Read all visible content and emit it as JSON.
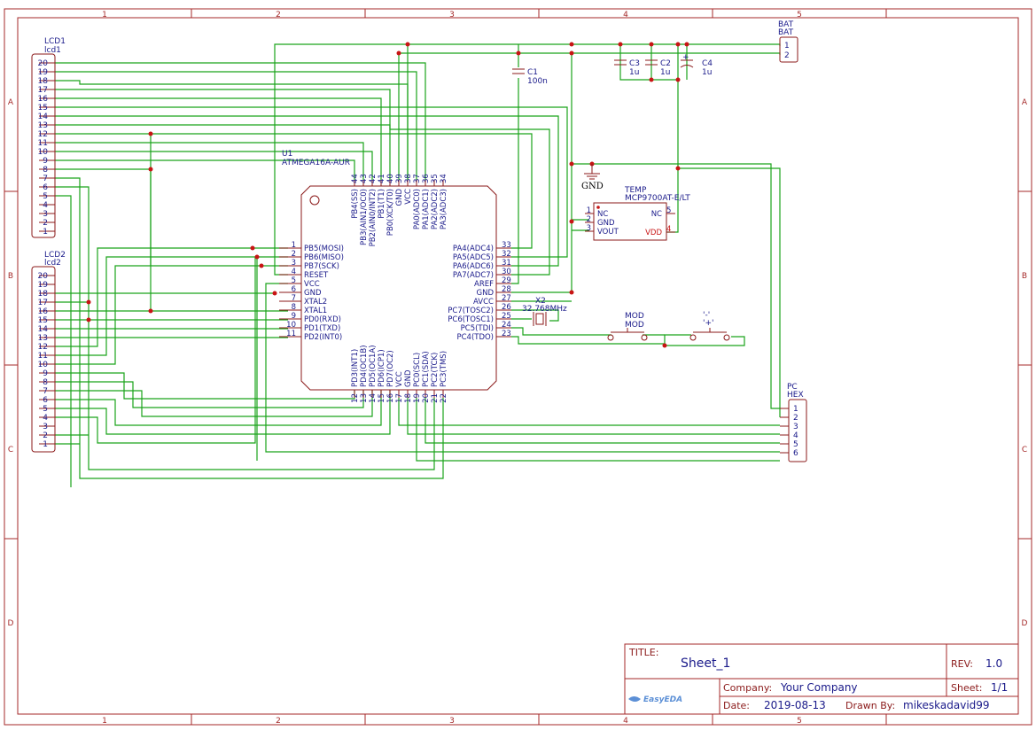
{
  "frame": {
    "col_labels": [
      "1",
      "2",
      "3",
      "4",
      "5"
    ],
    "row_labels": [
      "A",
      "B",
      "C",
      "D"
    ]
  },
  "components": {
    "lcd1": {
      "ref": "LCD1",
      "value": "lcd1",
      "pins": [
        "20",
        "19",
        "18",
        "17",
        "16",
        "15",
        "14",
        "13",
        "12",
        "11",
        "10",
        "9",
        "8",
        "7",
        "6",
        "5",
        "4",
        "3",
        "2",
        "1"
      ]
    },
    "lcd2": {
      "ref": "LCD2",
      "value": "lcd2",
      "pins": [
        "20",
        "19",
        "18",
        "17",
        "16",
        "15",
        "14",
        "13",
        "12",
        "11",
        "10",
        "9",
        "8",
        "7",
        "6",
        "5",
        "4",
        "3",
        "2",
        "1"
      ]
    },
    "u1": {
      "ref": "U1",
      "value": "ATMEGA16A-AUR",
      "left_pins": [
        {
          "num": "1",
          "name": "PB5(MOSI)"
        },
        {
          "num": "2",
          "name": "PB6(MISO)"
        },
        {
          "num": "3",
          "name": "PB7(SCK)"
        },
        {
          "num": "4",
          "name": "RESET"
        },
        {
          "num": "5",
          "name": "VCC"
        },
        {
          "num": "6",
          "name": "GND"
        },
        {
          "num": "7",
          "name": "XTAL2"
        },
        {
          "num": "8",
          "name": "XTAL1"
        },
        {
          "num": "9",
          "name": "PD0(RXD)"
        },
        {
          "num": "10",
          "name": "PD1(TXD)"
        },
        {
          "num": "11",
          "name": "PD2(INT0)"
        }
      ],
      "right_pins": [
        {
          "num": "33",
          "name": "PA4(ADC4)"
        },
        {
          "num": "32",
          "name": "PA5(ADC5)"
        },
        {
          "num": "31",
          "name": "PA6(ADC6)"
        },
        {
          "num": "30",
          "name": "PA7(ADC7)"
        },
        {
          "num": "29",
          "name": "AREF"
        },
        {
          "num": "28",
          "name": "GND"
        },
        {
          "num": "27",
          "name": "AVCC"
        },
        {
          "num": "26",
          "name": "PC7(TOSC2)"
        },
        {
          "num": "25",
          "name": "PC6(TOSC1)"
        },
        {
          "num": "24",
          "name": "PC5(TDI)"
        },
        {
          "num": "23",
          "name": "PC4(TDO)"
        }
      ],
      "top_pins": [
        {
          "num": "44",
          "name": "PB4(SS)"
        },
        {
          "num": "43",
          "name": "PB3(AIN1/OC0)"
        },
        {
          "num": "42",
          "name": "PB2(AIN0/INT2)"
        },
        {
          "num": "41",
          "name": "PB1(T1)"
        },
        {
          "num": "40",
          "name": "PB0(XCK/T0)"
        },
        {
          "num": "39",
          "name": "GND"
        },
        {
          "num": "38",
          "name": "VCC"
        },
        {
          "num": "37",
          "name": "PA0(ADC0)"
        },
        {
          "num": "36",
          "name": "PA1(ADC1)"
        },
        {
          "num": "35",
          "name": "PA2(ADC2)"
        },
        {
          "num": "34",
          "name": "PA3(ADC3)"
        }
      ],
      "bottom_pins": [
        {
          "num": "12",
          "name": "PD3(INT1)"
        },
        {
          "num": "13",
          "name": "PD4(OC1B)"
        },
        {
          "num": "14",
          "name": "PD5(OC1A)"
        },
        {
          "num": "15",
          "name": "PD6(ICP1)"
        },
        {
          "num": "16",
          "name": "PD7(OC2)"
        },
        {
          "num": "17",
          "name": "VCC"
        },
        {
          "num": "18",
          "name": "GND"
        },
        {
          "num": "19",
          "name": "PC0(SCL)"
        },
        {
          "num": "20",
          "name": "PC1(SDA)"
        },
        {
          "num": "21",
          "name": "PC2(TCK)"
        },
        {
          "num": "22",
          "name": "PC3(TMS)"
        }
      ]
    },
    "c1": {
      "ref": "C1",
      "value": "100n"
    },
    "c2": {
      "ref": "C2",
      "value": "1u"
    },
    "c3": {
      "ref": "C3",
      "value": "1u"
    },
    "c4": {
      "ref": "C4",
      "value": "1u",
      "polarity": "+"
    },
    "bat": {
      "ref": "BAT",
      "value": "BAT",
      "pins": [
        "1",
        "2"
      ]
    },
    "gnd": {
      "label": "GND"
    },
    "x2": {
      "ref": "X2",
      "value": "32.768MHz"
    },
    "temp": {
      "ref": "TEMP",
      "value": "MCP9700AT-E/LT",
      "left_pins": [
        {
          "num": "1",
          "name": "NC"
        },
        {
          "num": "2",
          "name": "GND"
        },
        {
          "num": "3",
          "name": "VOUT"
        }
      ],
      "right_pins": [
        {
          "num": "5",
          "name": "NC"
        },
        {
          "num": "4",
          "name": "VDD"
        }
      ]
    },
    "mod": {
      "ref": "MOD",
      "value": "MOD"
    },
    "sw2": {
      "ref": "'-'",
      "value": "'+'"
    },
    "pc": {
      "ref": "PC",
      "value": "HEX",
      "pins": [
        "1",
        "2",
        "3",
        "4",
        "5",
        "6"
      ]
    }
  },
  "title_block": {
    "title_label": "TITLE:",
    "title": "Sheet_1",
    "rev_label": "REV:",
    "rev": "1.0",
    "company_label": "Company:",
    "company": "Your Company",
    "sheet_label": "Sheet:",
    "sheet": "1/1",
    "date_label": "Date:",
    "date": "2019-08-13",
    "drawn_label": "Drawn By:",
    "drawn_by": "mikeskadavid99",
    "logo_text": "EasyEDA"
  }
}
